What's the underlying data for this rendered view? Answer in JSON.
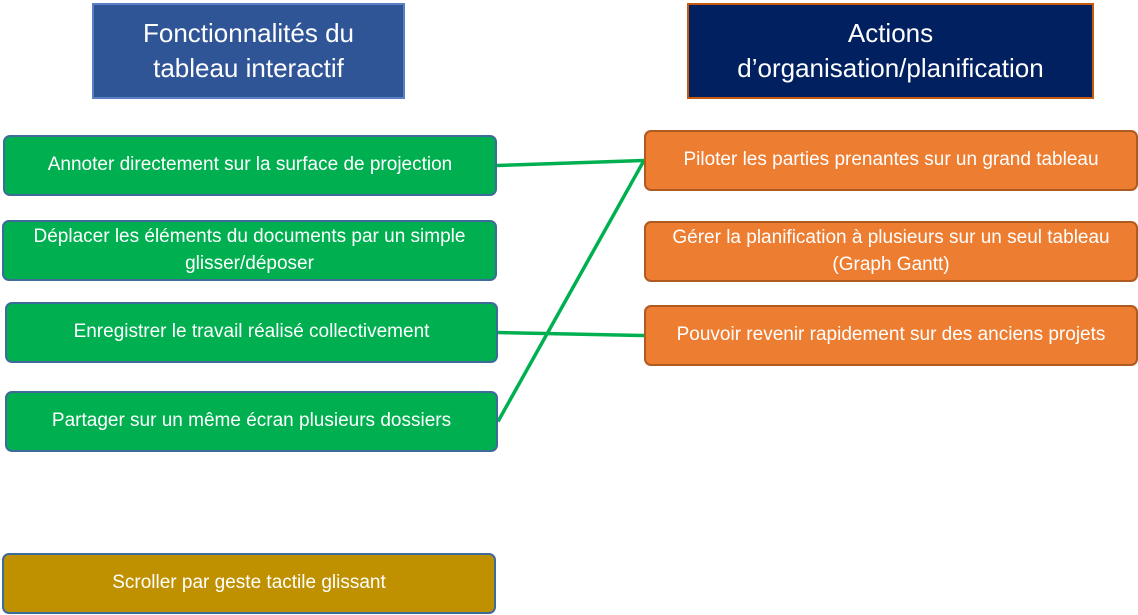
{
  "headers": {
    "left": "Fonctionnalités du tableau interactif",
    "right": "Actions d’organisation/planification"
  },
  "features": [
    "Annoter directement sur la surface de projection",
    "Déplacer les éléments du documents par un simple glisser/déposer",
    "Enregistrer le travail réalisé collectivement",
    "Partager sur un même écran plusieurs dossiers",
    "Scroller par geste tactile glissant"
  ],
  "actions": [
    "Piloter les parties prenantes sur un grand tableau",
    "Gérer la planification à plusieurs sur un seul tableau (Graph Gantt)",
    "Pouvoir revenir rapidement sur des anciens projets"
  ],
  "links": [
    {
      "from": 0,
      "to": 0
    },
    {
      "from": 3,
      "to": 0
    },
    {
      "from": 2,
      "to": 2
    }
  ],
  "colors": {
    "header_left": "#2f5597",
    "header_right": "#002060",
    "feature": "#00b050",
    "feature_unlinked": "#bf9000",
    "action": "#ed7d31",
    "connector": "#00b050"
  }
}
